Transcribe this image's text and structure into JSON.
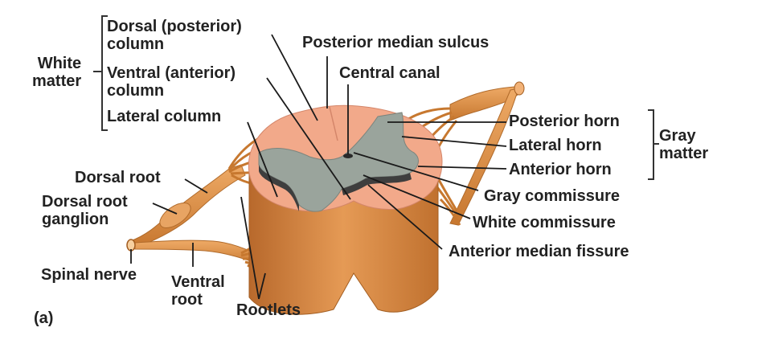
{
  "figure_label": "(a)",
  "groups": {
    "white_matter": "White\nmatter",
    "gray_matter": "Gray\nmatter"
  },
  "labels": {
    "dorsal_column": "Dorsal (posterior)\ncolumn",
    "ventral_column": "Ventral (anterior)\ncolumn",
    "lateral_column": "Lateral column",
    "posterior_median_sulcus": "Posterior median sulcus",
    "central_canal": "Central canal",
    "posterior_horn": "Posterior horn",
    "lateral_horn": "Lateral horn",
    "anterior_horn": "Anterior horn",
    "gray_commissure": "Gray commissure",
    "white_commissure": "White commissure",
    "anterior_median_fissure": "Anterior median fissure",
    "dorsal_root": "Dorsal root",
    "dorsal_root_ganglion": "Dorsal root\nganglion",
    "spinal_nerve": "Spinal nerve",
    "ventral_root": "Ventral\nroot",
    "rootlets": "Rootlets"
  },
  "colors": {
    "white_matter": "#f2a98a",
    "gray_matter": "#9aa49c",
    "nerve": "#d98a45",
    "cord_side": "#d4843f",
    "leader": "#1a1a1a"
  }
}
